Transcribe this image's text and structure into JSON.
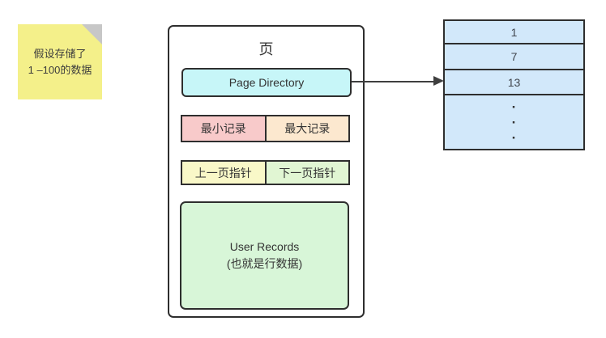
{
  "note": {
    "line1": "假设存储了",
    "line2": "1 –100的数据"
  },
  "page": {
    "title": "页",
    "page_directory_label": "Page Directory",
    "min_record_label": "最小记录",
    "max_record_label": "最大记录",
    "prev_pointer_label": "上一页指针",
    "next_pointer_label": "下一页指针",
    "user_records_line1": "User Records",
    "user_records_line2": "(也就是行数据)"
  },
  "directory_table": {
    "rows": [
      "1",
      "7",
      "13"
    ],
    "dots": [
      "·",
      "·",
      "·"
    ]
  },
  "colors": {
    "note_yellow": "#f4f08a",
    "note_fold_grey": "#c7c7c7",
    "page_directory_cyan": "#c7f6f8",
    "min_record_pink": "#f8caca",
    "max_record_peach": "#fce8cf",
    "prev_pointer_yellow": "#f9f8c8",
    "next_pointer_green": "#e1f6d3",
    "user_records_green": "#d8f6d8",
    "table_blue": "#d2e8fa",
    "ink": "#2e2e2e"
  }
}
